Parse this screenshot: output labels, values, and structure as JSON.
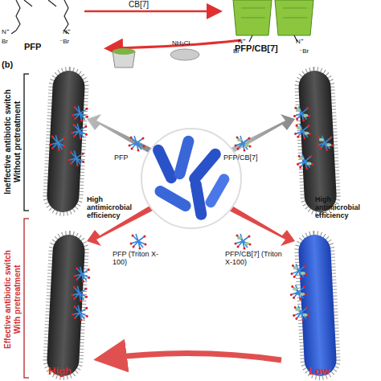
{
  "diagram": {
    "labels": [
      "PFP",
      "CB[7]",
      "PFP/CB[7]",
      "N⁺",
      "Br",
      "N⁺",
      "⁻Br",
      "N⁺",
      "Br",
      "N⁺",
      "⁻Br",
      "NH₃Cl",
      "(b)",
      "Ineffective antibiotic switch",
      "Without pretreatment",
      "Effective antibiotic switch",
      "With pretreatment",
      "PFP",
      "PFP/CB[7]",
      "High antimicrobial efficiency",
      "High antimicrobial efficiency",
      "PFP (Triton X-100)",
      "PFP/CB[7] (Triton X-100)",
      "High",
      "Low"
    ]
  }
}
